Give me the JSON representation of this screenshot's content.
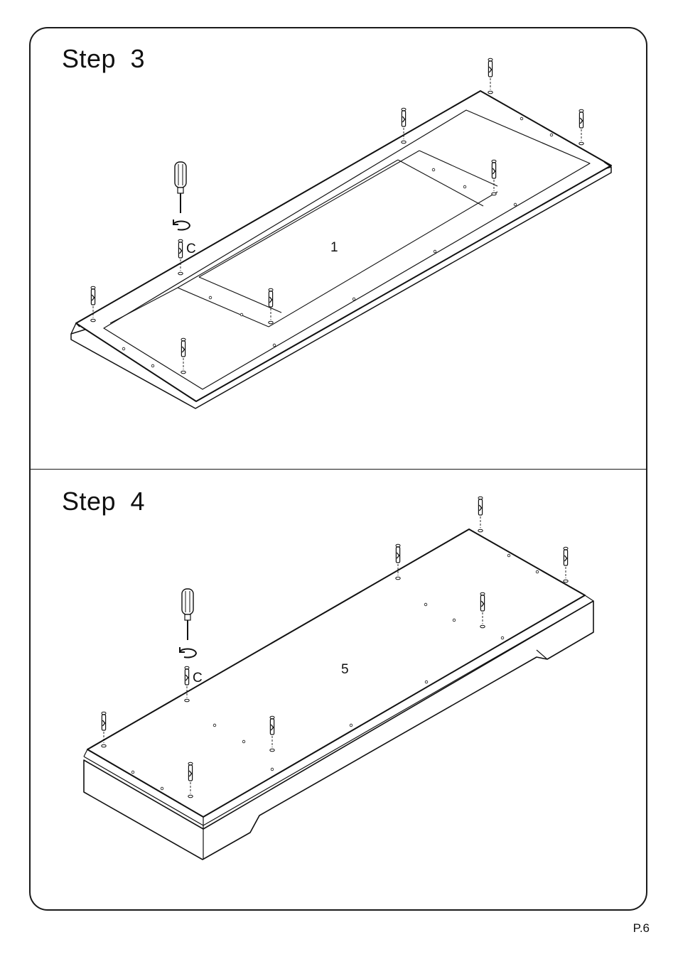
{
  "steps": [
    {
      "title": "Step  3",
      "part_label": "1",
      "hardware_label": "C",
      "screw_count": 8
    },
    {
      "title": "Step  4",
      "part_label": "5",
      "hardware_label": "C",
      "screw_count": 8
    }
  ],
  "page_number": "P.6",
  "icons": [
    "screwdriver-icon",
    "rotate-clockwise-icon",
    "cam-bolt-icon"
  ]
}
